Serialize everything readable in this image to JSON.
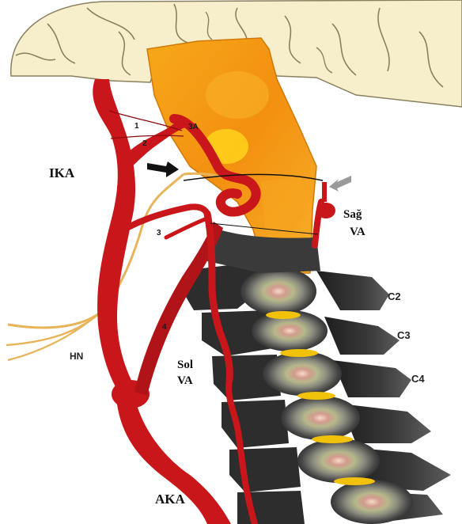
{
  "labels": {
    "ika": "IKA",
    "sag_va_1": "Sağ",
    "sag_va_2": "VA",
    "sol_va_1": "Sol",
    "sol_va_2": "VA",
    "aka": "AKA",
    "hn": "HN",
    "c2": "C2",
    "c3": "C3",
    "c4": "C4",
    "n1": "1",
    "n2": "2",
    "n3": "3",
    "n4": "4",
    "n3a": "3A"
  },
  "colors": {
    "brain": "#f7efcc",
    "brain_outline": "#8a8060",
    "artery": "#c8161a",
    "artery_dark": "#8d0a0e",
    "vertebra_dark": "#2b2b2b",
    "vertebra_mid": "#5a5a5a",
    "disc": "#f2c20a",
    "clivus_orange": "#f39a12",
    "clivus_yellow": "#ffd21a",
    "nerve": "#e8b45a",
    "pointer_black": "#111111",
    "pointer_gray": "#9a9a9a"
  },
  "icons": {
    "black_arrow": "arrow-icon",
    "gray_arrow": "arrow-icon"
  }
}
